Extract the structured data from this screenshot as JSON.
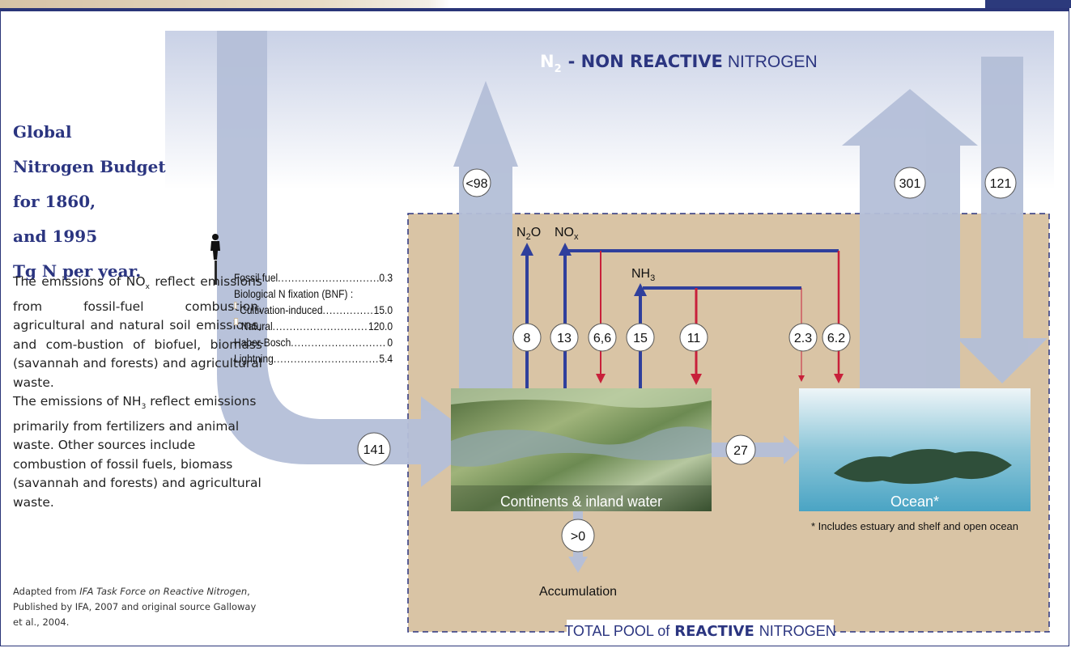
{
  "header": {
    "n2_symbol": "N",
    "n2_subscript": "2",
    "n2_bold": "- NON REACTIVE",
    "n2_suffix": "NITROGEN"
  },
  "title_lines": [
    "Global",
    "Nitrogen Budget",
    "for 1860,",
    "and 1995",
    "Tg N per year."
  ],
  "description": {
    "p1_start": "The emissions of NO",
    "p1_sub": "x",
    "p1_rest": "reflect emissions from fossil-fuel combustion, agricultural and natural soil emissions, and com-bustion of biofuel, biomass (savannah and forests) and agricultural waste.",
    "p2_start": "The emissions of NH",
    "p2_sub": "3",
    "p2_rest": "reflect emissions primarily from fertilizers and animal waste. Other sources include combustion of fossil fuels, biomass (savannah and forests) and agricultural waste."
  },
  "source": {
    "prefix": "Adapted from ",
    "italic": "IFA Task Force on Reactive Nitrogen",
    "suffix": ", Published by IFA, 2007 and original source Galloway et al., 2004."
  },
  "legend": [
    {
      "label": "Fossil fuel ",
      "value": "0.3",
      "bullet": false,
      "dots": true
    },
    {
      "label": "Biological N fixation (BNF) :",
      "value": "",
      "bullet": false,
      "dots": false
    },
    {
      "label": "Cultivation-induced ",
      "value": "15.0",
      "bullet": true,
      "dots": true
    },
    {
      "label": "Natural ",
      "value": "120.0",
      "bullet": true,
      "dots": true
    },
    {
      "label": "Haber-Bosch ",
      "value": "0",
      "bullet": false,
      "dots": true
    },
    {
      "label": "Lightning ",
      "value": "5.4",
      "bullet": false,
      "dots": true
    }
  ],
  "gases": {
    "n2o": "N",
    "n2o_sub": "2",
    "n2o_end": "O",
    "nox": "NO",
    "nox_sub": "x",
    "nh3": "NH",
    "nh3_sub": "3"
  },
  "flows": {
    "v98": "<98",
    "v301": "301",
    "v121": "121",
    "v8": "8",
    "v13": "13",
    "v66": "6,6",
    "v15": "15",
    "v11": "11",
    "v23": "2.3",
    "v62": "6.2",
    "v141": "141",
    "v27": "27",
    "v0": ">0"
  },
  "boxes": {
    "continents": "Continents & inland water",
    "ocean": "Ocean*",
    "ocean_note": "* Includes estuary and shelf and open ocean",
    "accumulation": "Accumulation"
  },
  "pool": {
    "prefix": "TOTAL POOL of",
    "bold": "REACTIVE",
    "suffix": "NITROGEN"
  },
  "colors": {
    "blue_arrow": "#2f3f9c",
    "red_arrow": "#c8203a",
    "pale_arrow": "#b4bfd8",
    "pool_bg": "#d9c4a5",
    "title": "#2b3580"
  }
}
